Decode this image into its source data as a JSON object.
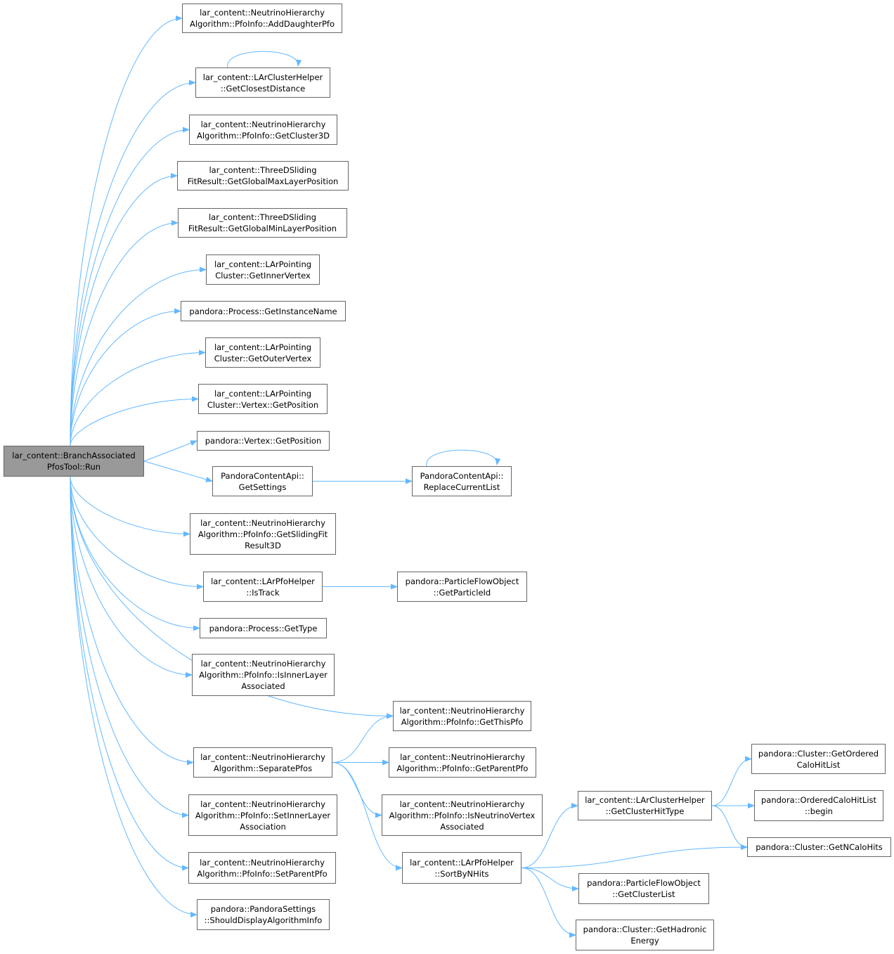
{
  "colors": {
    "edge": "#63b8ff",
    "border": "#666666",
    "root_fill": "#999999",
    "node_fill": "#ffffff"
  },
  "nodes": [
    {
      "id": "root",
      "lines": [
        "lar_content::BranchAssociated",
        "PfosTool::Run"
      ]
    },
    {
      "id": "add-daughter-pfo",
      "lines": [
        "lar_content::NeutrinoHierarchy",
        "Algorithm::PfoInfo::AddDaughterPfo"
      ]
    },
    {
      "id": "get-closest-distance",
      "lines": [
        "lar_content::LArClusterHelper",
        "::GetClosestDistance"
      ]
    },
    {
      "id": "get-cluster-3d",
      "lines": [
        "lar_content::NeutrinoHierarchy",
        "Algorithm::PfoInfo::GetCluster3D"
      ]
    },
    {
      "id": "get-global-max-layer-position",
      "lines": [
        "lar_content::ThreeDSliding",
        "FitResult::GetGlobalMaxLayerPosition"
      ]
    },
    {
      "id": "get-global-min-layer-position",
      "lines": [
        "lar_content::ThreeDSliding",
        "FitResult::GetGlobalMinLayerPosition"
      ]
    },
    {
      "id": "get-inner-vertex",
      "lines": [
        "lar_content::LArPointing",
        "Cluster::GetInnerVertex"
      ]
    },
    {
      "id": "get-instance-name",
      "lines": [
        "pandora::Process::GetInstanceName"
      ]
    },
    {
      "id": "get-outer-vertex",
      "lines": [
        "lar_content::LArPointing",
        "Cluster::GetOuterVertex"
      ]
    },
    {
      "id": "pointing-vertex-get-position",
      "lines": [
        "lar_content::LArPointing",
        "Cluster::Vertex::GetPosition"
      ]
    },
    {
      "id": "vertex-get-position",
      "lines": [
        "pandora::Vertex::GetPosition"
      ]
    },
    {
      "id": "get-settings",
      "lines": [
        "PandoraContentApi::",
        "GetSettings"
      ]
    },
    {
      "id": "replace-current-list",
      "lines": [
        "PandoraContentApi::",
        "ReplaceCurrentList"
      ]
    },
    {
      "id": "get-sliding-fit-result-3d",
      "lines": [
        "lar_content::NeutrinoHierarchy",
        "Algorithm::PfoInfo::GetSlidingFit",
        "Result3D"
      ]
    },
    {
      "id": "is-track",
      "lines": [
        "lar_content::LArPfoHelper",
        "::IsTrack"
      ]
    },
    {
      "id": "get-particle-id",
      "lines": [
        "pandora::ParticleFlowObject",
        "::GetParticleId"
      ]
    },
    {
      "id": "get-type",
      "lines": [
        "pandora::Process::GetType"
      ]
    },
    {
      "id": "is-inner-layer-associated",
      "lines": [
        "lar_content::NeutrinoHierarchy",
        "Algorithm::PfoInfo::IsInnerLayer",
        "Associated"
      ]
    },
    {
      "id": "get-this-pfo",
      "lines": [
        "lar_content::NeutrinoHierarchy",
        "Algorithm::PfoInfo::GetThisPfo"
      ]
    },
    {
      "id": "separate-pfos",
      "lines": [
        "lar_content::NeutrinoHierarchy",
        "Algorithm::SeparatePfos"
      ]
    },
    {
      "id": "get-parent-pfo",
      "lines": [
        "lar_content::NeutrinoHierarchy",
        "Algorithm::PfoInfo::GetParentPfo"
      ]
    },
    {
      "id": "is-neutrino-vertex-associated",
      "lines": [
        "lar_content::NeutrinoHierarchy",
        "Algorithm::PfoInfo::IsNeutrinoVertex",
        "Associated"
      ]
    },
    {
      "id": "set-inner-layer-association",
      "lines": [
        "lar_content::NeutrinoHierarchy",
        "Algorithm::PfoInfo::SetInnerLayer",
        "Association"
      ]
    },
    {
      "id": "set-parent-pfo",
      "lines": [
        "lar_content::NeutrinoHierarchy",
        "Algorithm::PfoInfo::SetParentPfo"
      ]
    },
    {
      "id": "should-display-algorithm-info",
      "lines": [
        "pandora::PandoraSettings",
        "::ShouldDisplayAlgorithmInfo"
      ]
    },
    {
      "id": "sort-by-n-hits",
      "lines": [
        "lar_content::LArPfoHelper",
        "::SortByNHits"
      ]
    },
    {
      "id": "get-cluster-hit-type",
      "lines": [
        "lar_content::LArClusterHelper",
        "::GetClusterHitType"
      ]
    },
    {
      "id": "get-ordered-calo-hit-list",
      "lines": [
        "pandora::Cluster::GetOrdered",
        "CaloHitList"
      ]
    },
    {
      "id": "ordered-calo-hit-list-begin",
      "lines": [
        "pandora::OrderedCaloHitList",
        "::begin"
      ]
    },
    {
      "id": "get-n-calo-hits",
      "lines": [
        "pandora::Cluster::GetNCaloHits"
      ]
    },
    {
      "id": "get-cluster-list",
      "lines": [
        "pandora::ParticleFlowObject",
        "::GetClusterList"
      ]
    },
    {
      "id": "get-hadronic-energy",
      "lines": [
        "pandora::Cluster::GetHadronic",
        "Energy"
      ]
    }
  ],
  "edges": [
    [
      "root",
      "add-daughter-pfo"
    ],
    [
      "root",
      "get-closest-distance"
    ],
    [
      "root",
      "get-cluster-3d"
    ],
    [
      "root",
      "get-global-max-layer-position"
    ],
    [
      "root",
      "get-global-min-layer-position"
    ],
    [
      "root",
      "get-inner-vertex"
    ],
    [
      "root",
      "get-instance-name"
    ],
    [
      "root",
      "get-outer-vertex"
    ],
    [
      "root",
      "pointing-vertex-get-position"
    ],
    [
      "root",
      "vertex-get-position"
    ],
    [
      "root",
      "get-settings"
    ],
    [
      "root",
      "get-sliding-fit-result-3d"
    ],
    [
      "root",
      "is-track"
    ],
    [
      "root",
      "get-type"
    ],
    [
      "root",
      "is-inner-layer-associated"
    ],
    [
      "root",
      "get-this-pfo"
    ],
    [
      "root",
      "separate-pfos"
    ],
    [
      "root",
      "set-inner-layer-association"
    ],
    [
      "root",
      "set-parent-pfo"
    ],
    [
      "root",
      "should-display-algorithm-info"
    ],
    [
      "get-closest-distance",
      "get-closest-distance"
    ],
    [
      "get-settings",
      "replace-current-list"
    ],
    [
      "replace-current-list",
      "replace-current-list"
    ],
    [
      "is-track",
      "get-particle-id"
    ],
    [
      "separate-pfos",
      "get-this-pfo"
    ],
    [
      "separate-pfos",
      "get-parent-pfo"
    ],
    [
      "separate-pfos",
      "is-neutrino-vertex-associated"
    ],
    [
      "separate-pfos",
      "sort-by-n-hits"
    ],
    [
      "sort-by-n-hits",
      "get-cluster-hit-type"
    ],
    [
      "sort-by-n-hits",
      "get-n-calo-hits"
    ],
    [
      "sort-by-n-hits",
      "get-cluster-list"
    ],
    [
      "sort-by-n-hits",
      "get-hadronic-energy"
    ],
    [
      "get-cluster-hit-type",
      "get-ordered-calo-hit-list"
    ],
    [
      "get-cluster-hit-type",
      "ordered-calo-hit-list-begin"
    ],
    [
      "get-cluster-hit-type",
      "get-n-calo-hits"
    ]
  ]
}
